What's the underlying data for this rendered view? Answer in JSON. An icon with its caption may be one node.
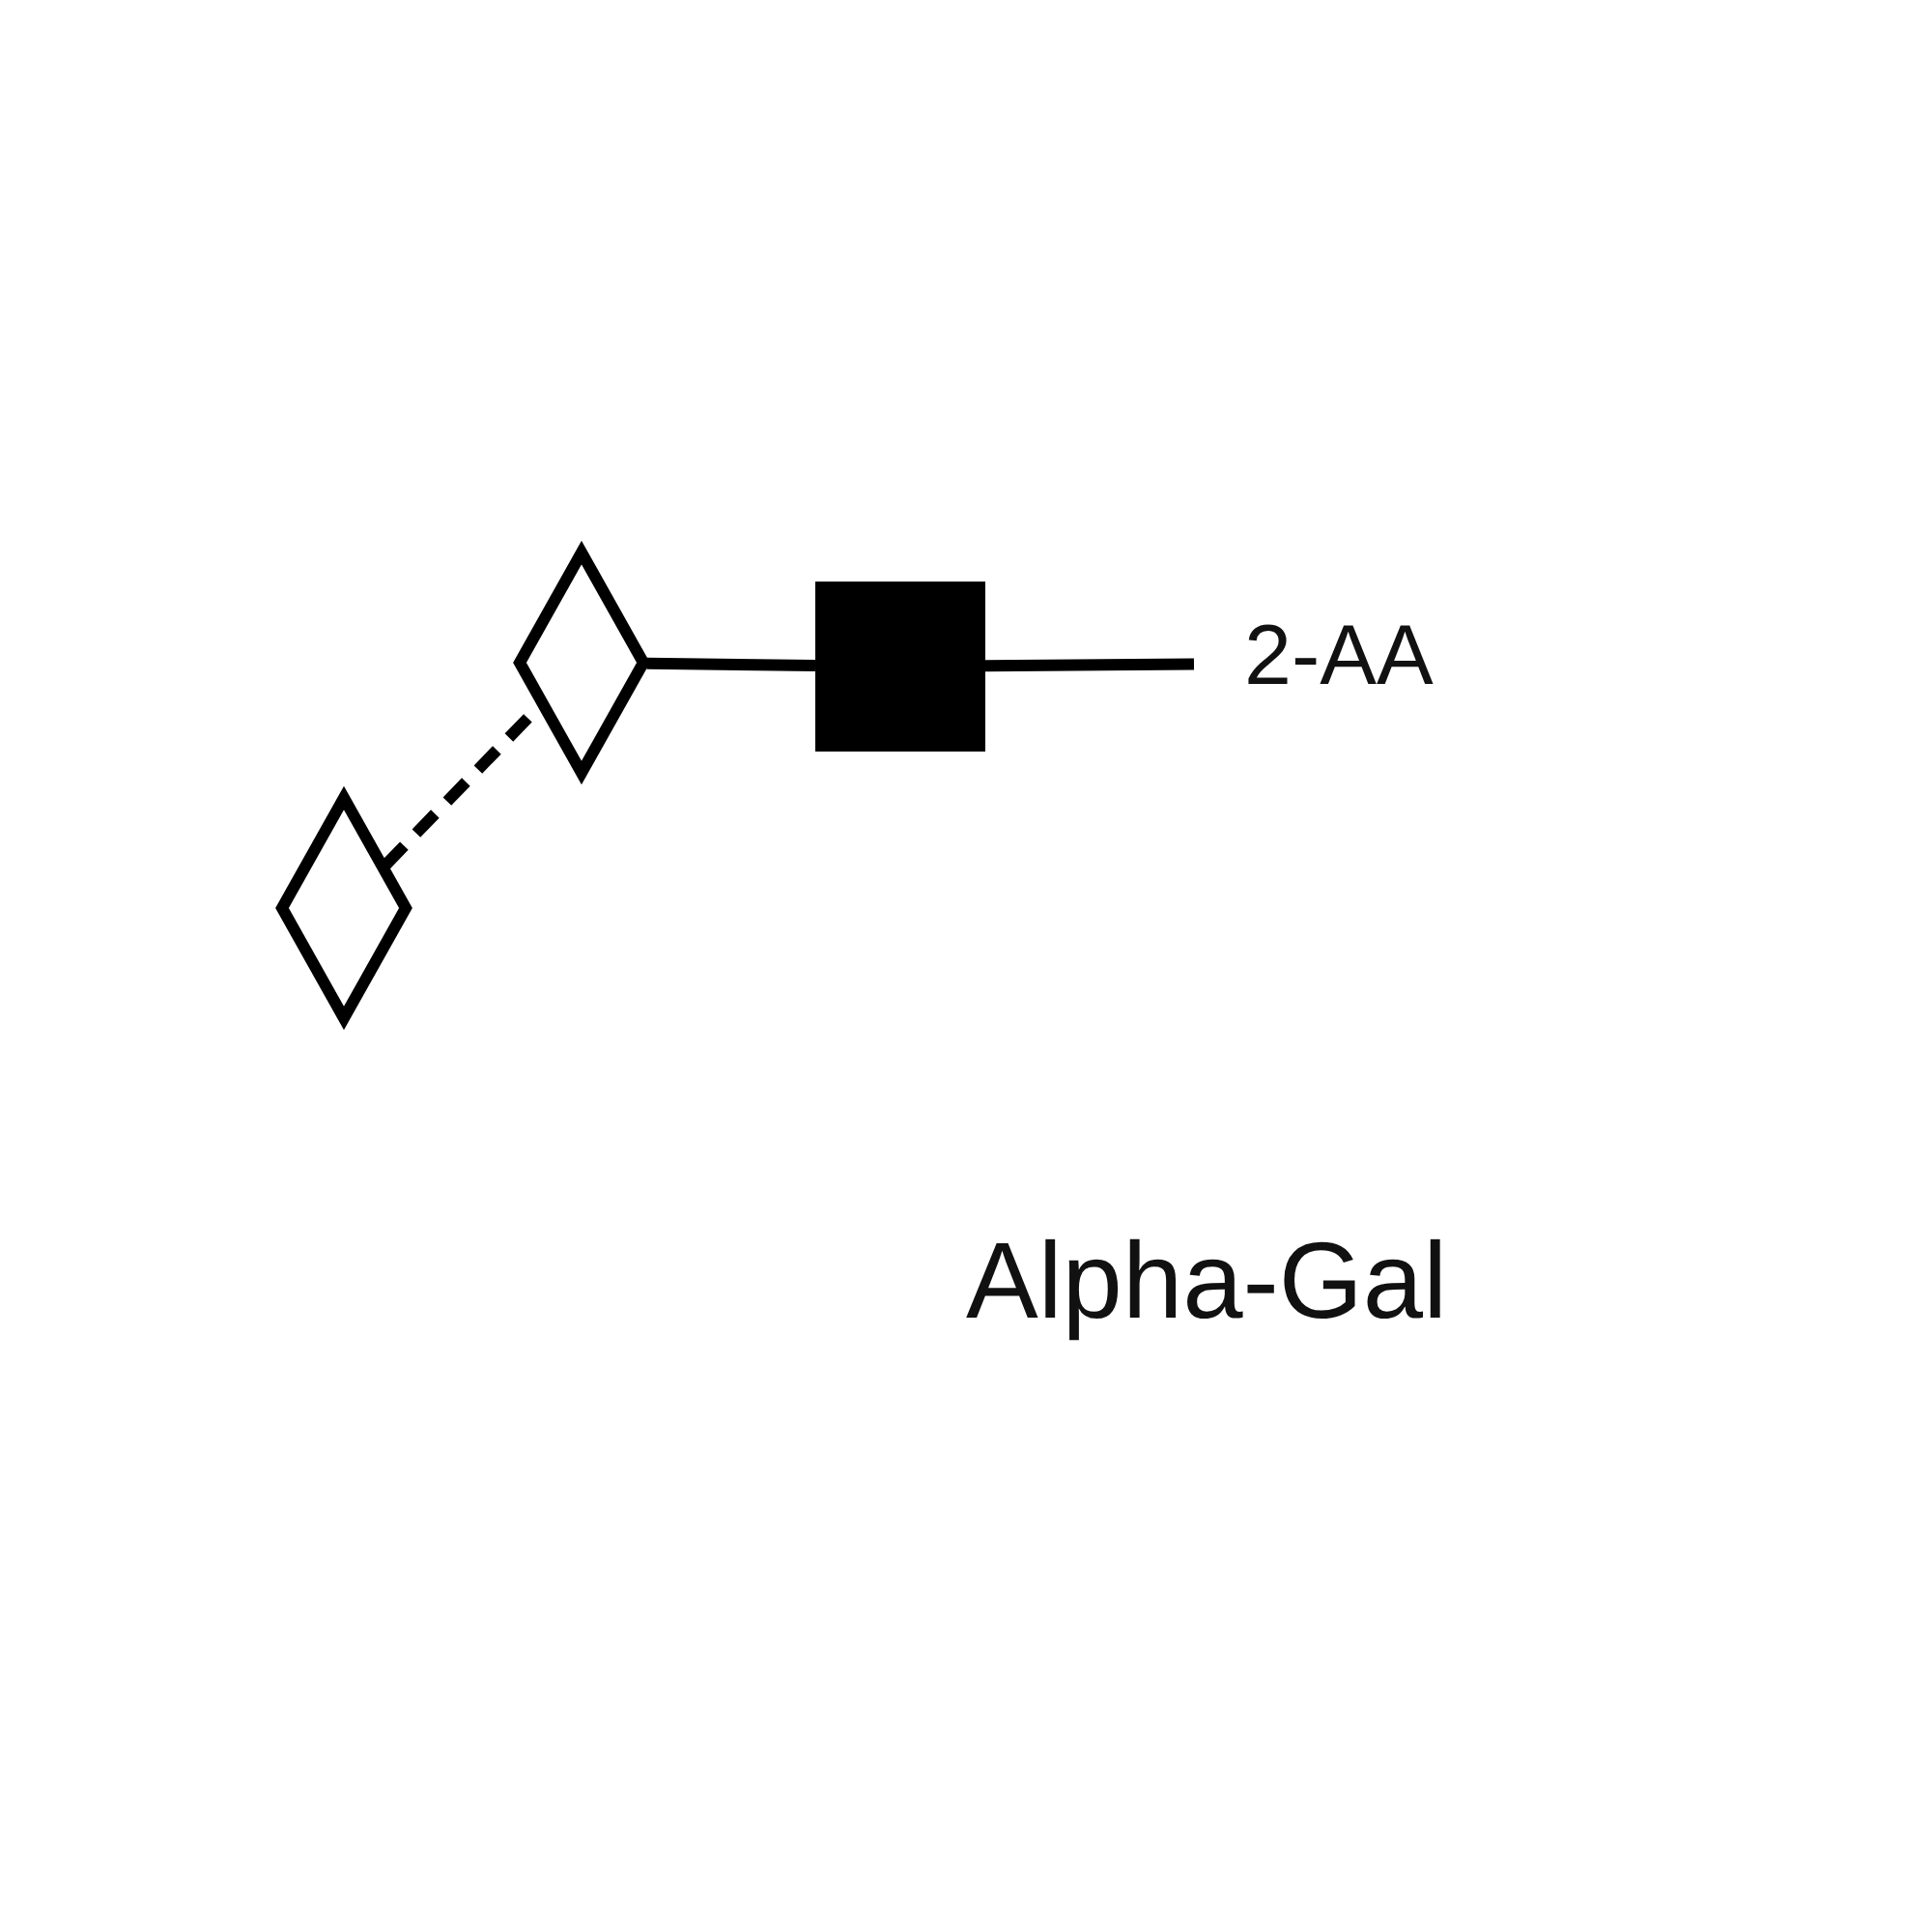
{
  "diagram": {
    "caption": "Alpha-Gal",
    "nodes": [
      {
        "text": [],
        "shape": "diamond"
      },
      {
        "text": [],
        "shape": "diamond"
      },
      {
        "text": [],
        "shape": "box"
      },
      {
        "text": [
          "2-AA"
        ]
      }
    ],
    "edges": [
      {
        "from": 0,
        "to": 1,
        "arrow": "none",
        "style": "dashed"
      },
      {
        "from": 1,
        "to": 2,
        "arrow": "none"
      },
      {
        "from": 2,
        "to": 3,
        "arrow": "none"
      }
    ]
  }
}
